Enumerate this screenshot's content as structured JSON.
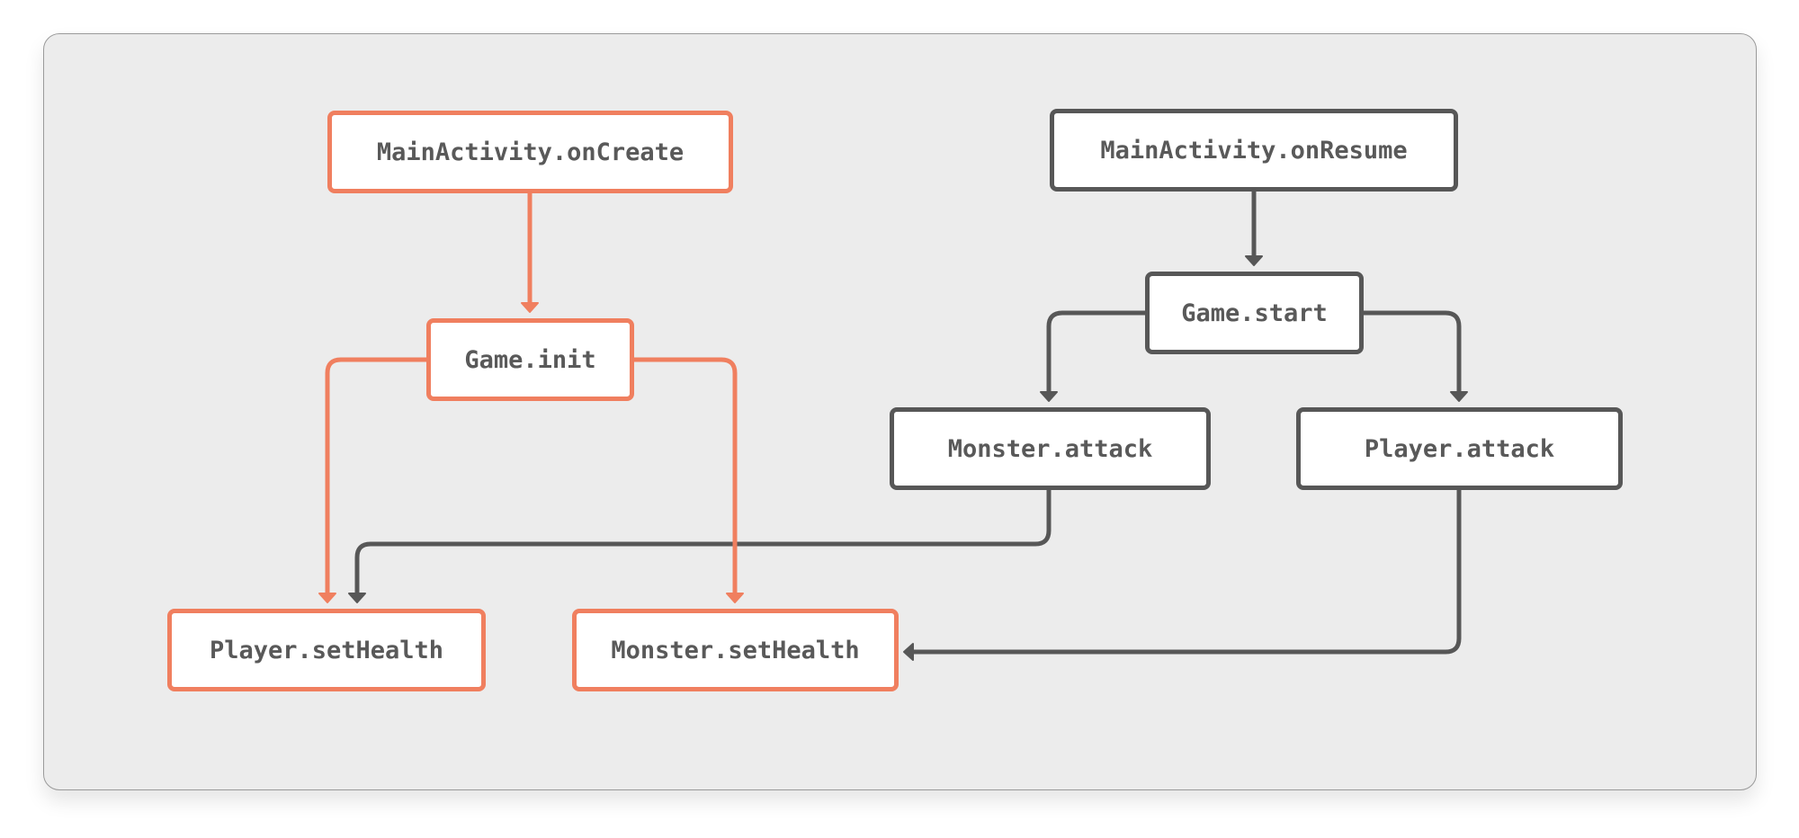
{
  "colors": {
    "highlight": "#f07f5f",
    "default": "#575757",
    "panel_background": "#ececec",
    "node_fill": "#ffffff",
    "label_text": "#595959"
  },
  "nodes": [
    {
      "id": "main-oncreate",
      "label": "MainActivity.onCreate",
      "group": "highlight"
    },
    {
      "id": "game-init",
      "label": "Game.init",
      "group": "highlight"
    },
    {
      "id": "player-sethealth",
      "label": "Player.setHealth",
      "group": "highlight"
    },
    {
      "id": "monster-sethealth",
      "label": "Monster.setHealth",
      "group": "highlight"
    },
    {
      "id": "main-onresume",
      "label": "MainActivity.onResume",
      "group": "default"
    },
    {
      "id": "game-start",
      "label": "Game.start",
      "group": "default"
    },
    {
      "id": "monster-attack",
      "label": "Monster.attack",
      "group": "default"
    },
    {
      "id": "player-attack",
      "label": "Player.attack",
      "group": "default"
    }
  ],
  "edges": [
    {
      "from": "main-oncreate",
      "to": "game-init",
      "group": "highlight"
    },
    {
      "from": "game-init",
      "to": "player-sethealth",
      "group": "highlight"
    },
    {
      "from": "game-init",
      "to": "monster-sethealth",
      "group": "highlight"
    },
    {
      "from": "main-onresume",
      "to": "game-start",
      "group": "default"
    },
    {
      "from": "game-start",
      "to": "monster-attack",
      "group": "default"
    },
    {
      "from": "game-start",
      "to": "player-attack",
      "group": "default"
    },
    {
      "from": "monster-attack",
      "to": "player-sethealth",
      "group": "default"
    },
    {
      "from": "player-attack",
      "to": "monster-sethealth",
      "group": "default"
    }
  ]
}
